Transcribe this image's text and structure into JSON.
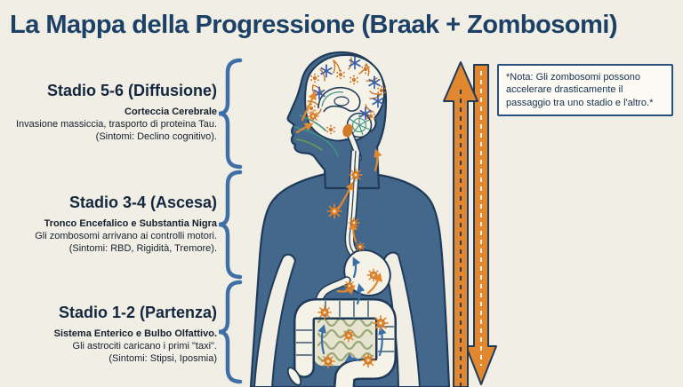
{
  "title": "La Mappa della Progressione (Braak + Zombosomi)",
  "stages": [
    {
      "heading": "Stadio 5-6 (Diffusione)",
      "subheading": "Corteccia Cerebrale",
      "line1": "Invasione massiccia, trasporto di proteina Tau.",
      "line2": "(Sintomi: Declino cognitivo)."
    },
    {
      "heading": "Stadio 3-4 (Ascesa)",
      "subheading": "Tronco Encefalico e Substantia Nigra",
      "line1": "Gli zombosomi arrivano ai controlli motori.",
      "line2": "(Sintomi: RBD, Rigidità, Tremore)."
    },
    {
      "heading": "Stadio 1-2 (Partenza)",
      "subheading": "Sistema Enterico e Bulbo Olfattivo.",
      "line1": "Gli astrociti caricano i primi \"taxi\".",
      "line2": "(Sintomi: Stipsi, Iposmia)"
    }
  ],
  "note": {
    "text": "*Nota: Gli zombosomi possono accelerare drasticamente il passaggio tra uno stadio e l'altro.*"
  },
  "colors": {
    "background": "#f0eee5",
    "title_text": "#1d4166",
    "body_silhouette": "#44678c",
    "outline_navy": "#203b58",
    "accent_orange": "#e0872f",
    "brace_blue": "#3f6fa6",
    "virus_blue": "#3a5fa8",
    "gut_olive": "#9aa87a",
    "teal_nerve": "#3f9186"
  }
}
